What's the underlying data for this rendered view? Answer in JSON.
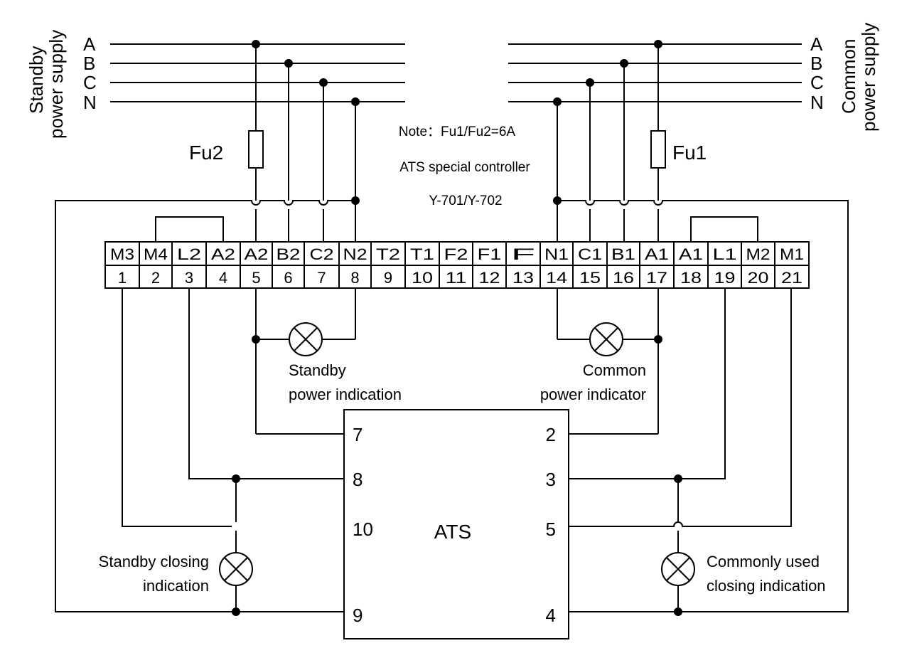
{
  "diagram": {
    "standby_supply_label": [
      "Standby",
      "power supply"
    ],
    "common_supply_label": [
      "Common",
      "power supply"
    ],
    "left_phases": [
      "A",
      "B",
      "C",
      "N"
    ],
    "right_phases": [
      "A",
      "B",
      "C",
      "N"
    ],
    "fuse_left": "Fu2",
    "fuse_right": "Fu1",
    "note": "Note：Fu1/Fu2=6A",
    "controller_title": "ATS special controller",
    "controller_model": "Y-701/Y-702",
    "terminals": [
      {
        "name": "M3",
        "num": "1"
      },
      {
        "name": "M4",
        "num": "2"
      },
      {
        "name": "L2",
        "num": "3"
      },
      {
        "name": "A2",
        "num": "4"
      },
      {
        "name": "A2",
        "num": "5"
      },
      {
        "name": "B2",
        "num": "6"
      },
      {
        "name": "C2",
        "num": "7"
      },
      {
        "name": "N2",
        "num": "8"
      },
      {
        "name": "T2",
        "num": "9"
      },
      {
        "name": "T1",
        "num": "10"
      },
      {
        "name": "F2",
        "num": "11"
      },
      {
        "name": "F1",
        "num": "12"
      },
      {
        "name": "F",
        "num": "13"
      },
      {
        "name": "N1",
        "num": "14"
      },
      {
        "name": "C1",
        "num": "15"
      },
      {
        "name": "B1",
        "num": "16"
      },
      {
        "name": "A1",
        "num": "17"
      },
      {
        "name": "A1",
        "num": "18"
      },
      {
        "name": "L1",
        "num": "19"
      },
      {
        "name": "M2",
        "num": "20"
      },
      {
        "name": "M1",
        "num": "21"
      }
    ],
    "standby_indication": [
      "Standby",
      "power indication"
    ],
    "common_indicator": [
      "Common",
      "power indicator"
    ],
    "ats_label": "ATS",
    "ats_left_pins": [
      "7",
      "8",
      "10",
      "9"
    ],
    "ats_right_pins": [
      "2",
      "3",
      "5",
      "4"
    ],
    "standby_closing": [
      "Standby closing",
      "indication"
    ],
    "common_closing": [
      "Commonly used",
      "closing indication"
    ]
  }
}
